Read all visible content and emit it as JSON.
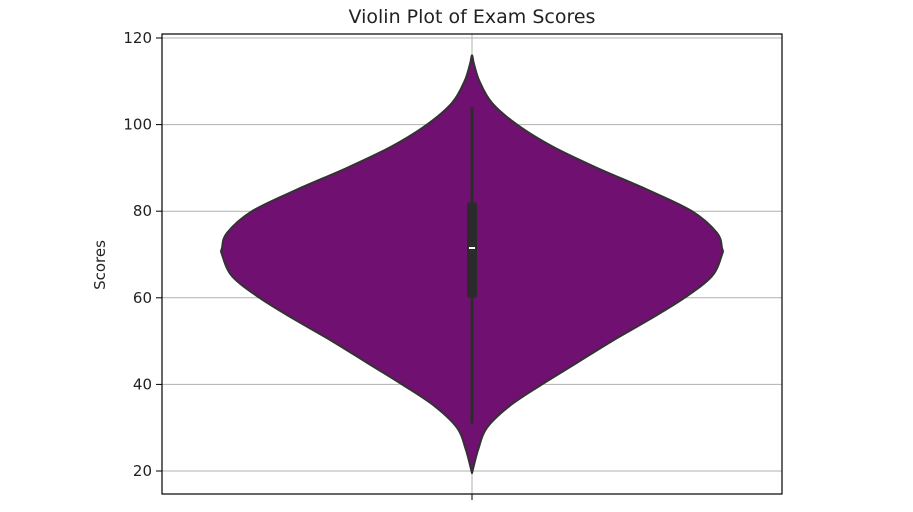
{
  "chart_data": {
    "type": "violin",
    "title": "Violin Plot of Exam Scores",
    "xlabel": "",
    "ylabel": "Scores",
    "ylim": [
      15,
      120
    ],
    "yticks": [
      20,
      40,
      60,
      80,
      100,
      120
    ],
    "grid": true,
    "fill_color": "#701070",
    "edge_color": "#333333",
    "kde": {
      "y": [
        19.5,
        25,
        30,
        35,
        40,
        45,
        50,
        55,
        60,
        65,
        70,
        71.5,
        75,
        80,
        85,
        90,
        95,
        100,
        105,
        110,
        114,
        116
      ],
      "width": [
        0.0,
        0.025,
        0.06,
        0.15,
        0.28,
        0.42,
        0.56,
        0.71,
        0.85,
        0.96,
        1.0,
        1.0,
        0.98,
        0.88,
        0.7,
        0.5,
        0.32,
        0.18,
        0.08,
        0.03,
        0.008,
        0.0
      ]
    },
    "box": {
      "q1": 60,
      "median": 71.5,
      "q3": 82,
      "whisker_low": 31,
      "whisker_high": 104
    }
  }
}
